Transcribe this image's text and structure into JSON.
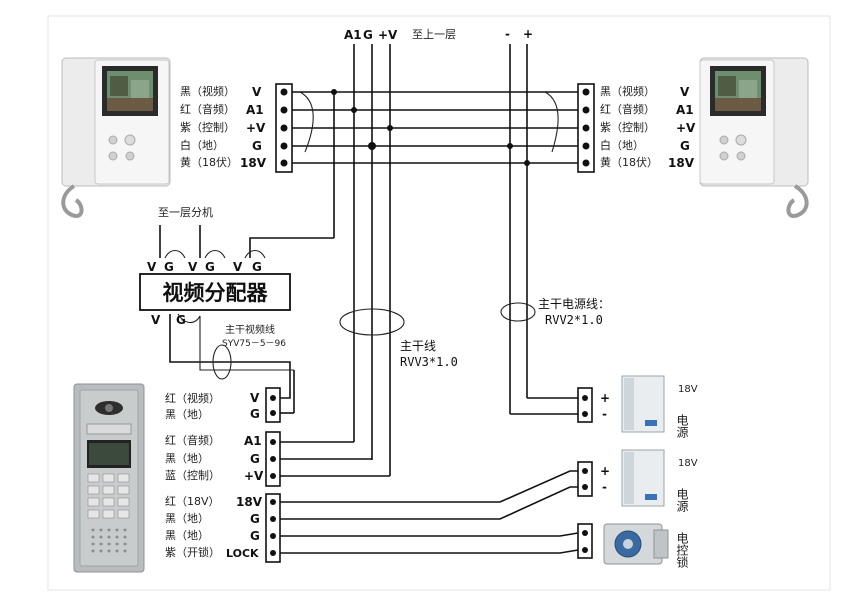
{
  "top_labels": {
    "a1": "A1",
    "g": "G",
    "v": "+V",
    "to_floor": "至上一层",
    "minus": "-",
    "plus": "+"
  },
  "left_monitor_terms": [
    {
      "cn": "黑（视频）",
      "en": "V"
    },
    {
      "cn": "红（音频）",
      "en": "A1"
    },
    {
      "cn": "紫（控制）",
      "en": "+V"
    },
    {
      "cn": "白（地）",
      "en": "G"
    },
    {
      "cn": "黄（18伏）",
      "en": "18V"
    }
  ],
  "right_monitor_terms": [
    {
      "cn": "黑（视频）",
      "en": "V"
    },
    {
      "cn": "红（音频）",
      "en": "A1"
    },
    {
      "cn": "紫（控制）",
      "en": "+V"
    },
    {
      "cn": "白（地）",
      "en": "G"
    },
    {
      "cn": "黄（18伏）",
      "en": "18V"
    }
  ],
  "splitter": {
    "title": "视频分配器",
    "to_floor_ext": "至一层分机",
    "top_ports": [
      "V",
      "G",
      "V",
      "G",
      "V",
      "G"
    ],
    "bottom_ports": [
      "V",
      "G"
    ],
    "video_trunk_label": "主干视频线",
    "video_trunk_spec": "SYV75－5－96"
  },
  "trunk": {
    "label": "主干线",
    "spec": "RVV3*1.0"
  },
  "power_trunk": {
    "label": "主干电源线：",
    "spec": "RVV2*1.0"
  },
  "door_station_terms": [
    {
      "cn": "红（视频）",
      "en": "V"
    },
    {
      "cn": "黑（地）",
      "en": "G"
    },
    {
      "cn": "红（音频）",
      "en": "A1"
    },
    {
      "cn": "黑（地）",
      "en": "G"
    },
    {
      "cn": "蓝（控制）",
      "en": "+V"
    },
    {
      "cn": "红（18V）",
      "en": "18V"
    },
    {
      "cn": "黑（地）",
      "en": "G"
    },
    {
      "cn": "黑（地）",
      "en": "G"
    },
    {
      "cn": "紫（开锁）",
      "en": "LOCK"
    }
  ],
  "power_supply_1": {
    "plus": "+",
    "minus": "-",
    "voltage": "18V",
    "name": "电源"
  },
  "power_supply_2": {
    "plus": "+",
    "minus": "-",
    "voltage": "18V",
    "name": "电源"
  },
  "lock": {
    "name": "电控锁"
  }
}
